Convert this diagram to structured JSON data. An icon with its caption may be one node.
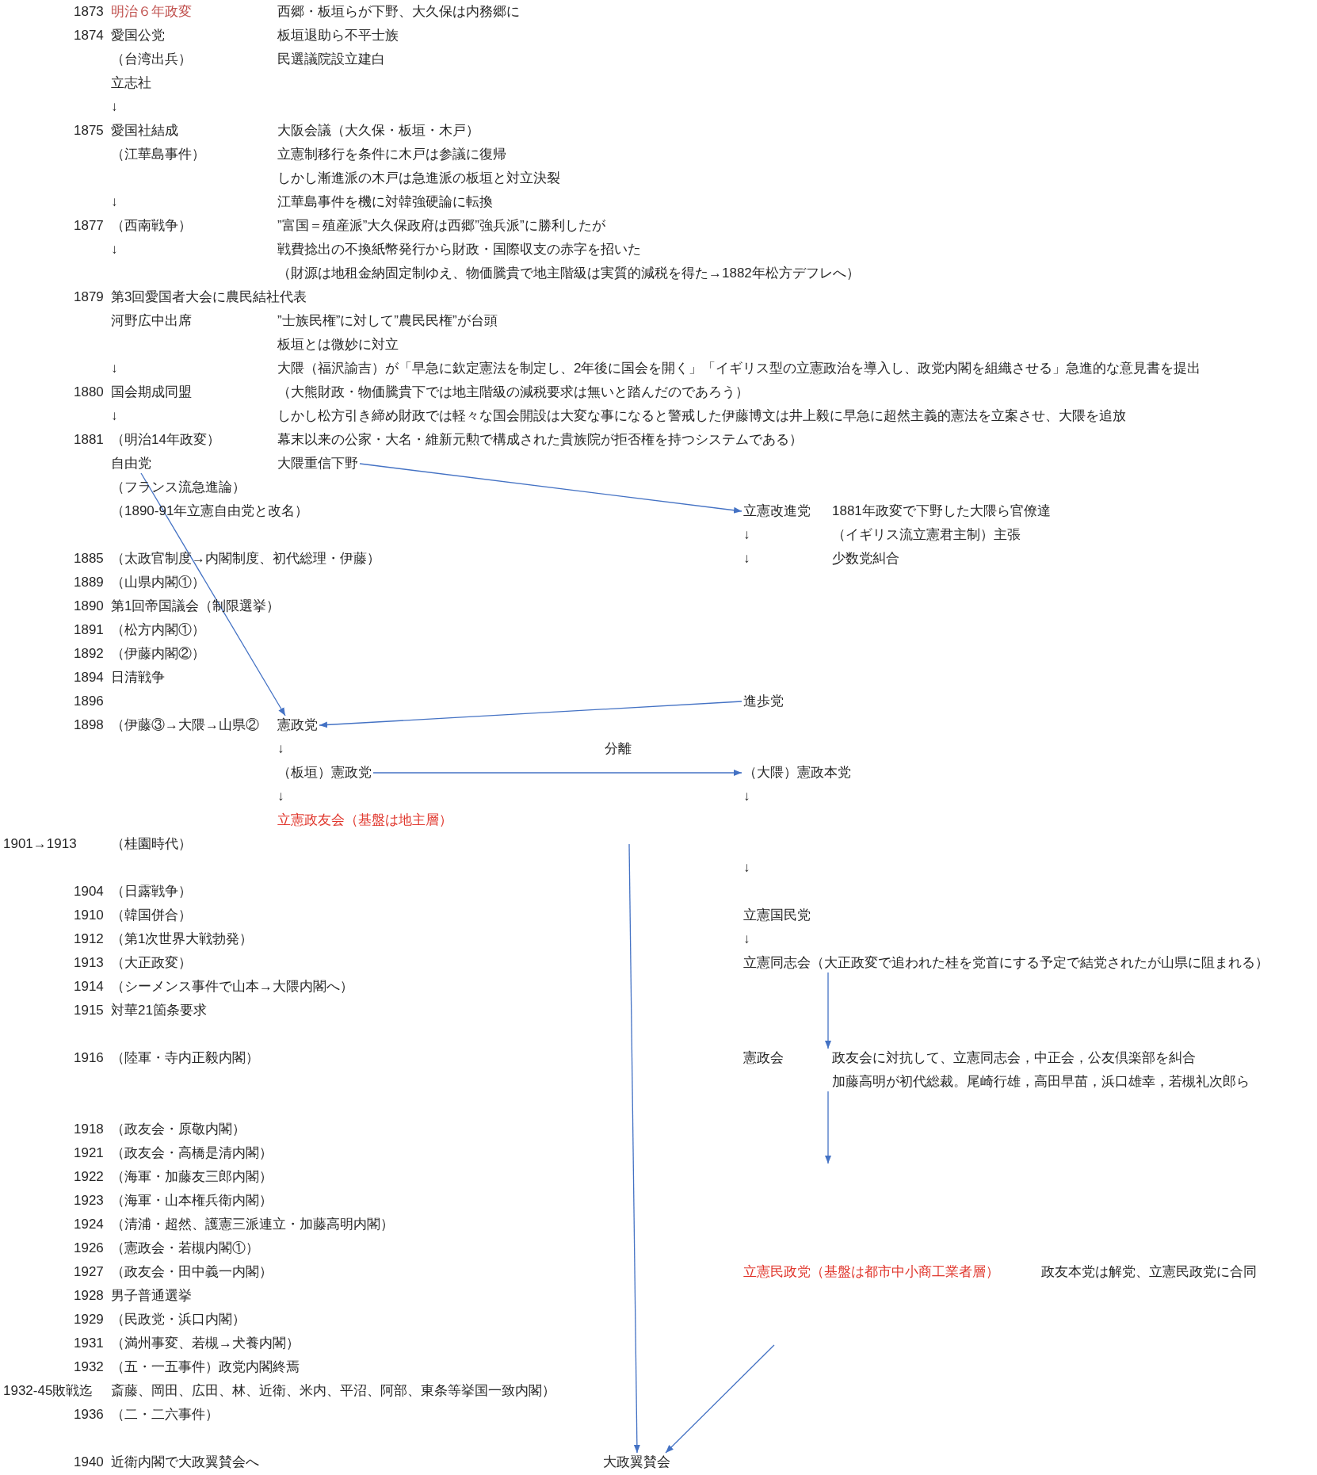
{
  "diagram": {
    "nodes": [
      {
        "text": [
          "自由党"
        ]
      },
      {
        "text": [
          "大隈重信下野"
        ]
      },
      {
        "text": [
          "立憲改進党"
        ]
      },
      {
        "text": [
          "進歩党"
        ]
      },
      {
        "text": [
          "憲政党"
        ]
      },
      {
        "text": [
          "（板垣）憲政党"
        ]
      },
      {
        "text": [
          "（大隈）憲政本党"
        ]
      },
      {
        "text": [
          "立憲同志会（大正政変で追われた桂を党首にする予定で結党されたが山県に阻まれる）"
        ]
      },
      {
        "text": [
          "憲政会"
        ],
        "beside": [
          "政友会に対抗して、立憲同志会，中正会，公友倶楽部を糾合",
          "加藤高明が初代総裁。尾崎行雄，高田早苗，浜口雄幸，若槻礼次郎ら"
        ]
      },
      {
        "text": [
          "大政翼賛会"
        ]
      }
    ],
    "edges": [
      {
        "from": 1,
        "to": 2,
        "arrow": "to"
      },
      {
        "from": 0,
        "to": 4,
        "arrow": "to"
      },
      {
        "from": 3,
        "to": 4,
        "arrow": "to"
      },
      {
        "from": 5,
        "to": 6,
        "arrow": "to",
        "label": "分離"
      },
      {
        "from": null,
        "to": 9,
        "arrow": "to"
      },
      {
        "from": 7,
        "to": 8,
        "arrow": "to"
      },
      {
        "from": 8,
        "to": null,
        "arrow": "to"
      },
      {
        "from": null,
        "to": 9,
        "arrow": "to"
      }
    ],
    "labels": [
      "1873",
      "明治６年政変",
      "西郷・板垣らが下野、大久保は内務郷に",
      "1874",
      "愛国公党",
      "板垣退助ら不平士族",
      "（台湾出兵）",
      "民選議院設立建白",
      "立志社",
      "↓",
      "1875",
      "愛国社結成",
      "大阪会議（大久保・板垣・木戸）",
      "（江華島事件）",
      "立憲制移行を条件に木戸は参議に復帰",
      "しかし漸進派の木戸は急進派の板垣と対立決裂",
      "↓",
      "江華島事件を機に対韓強硬論に転換",
      "1877",
      "（西南戦争）",
      "”富国＝殖産派”大久保政府は西郷”強兵派”に勝利したが",
      "↓",
      "戦費捻出の不換紙幣発行から財政・国際収支の赤字を招いた",
      "（財源は地租金納固定制ゆえ、物価騰貴で地主階級は実質的減税を得た→1882年松方デフレへ）",
      "1879",
      "第3回愛国者大会に農民結社代表",
      "河野広中出席",
      "”士族民権”に対して”農民民権”が台頭",
      "板垣とは微妙に対立",
      "↓",
      "大隈（福沢諭吉）が「早急に欽定憲法を制定し、2年後に国会を開く」「イギリス型の立憲政治を導入し、政党内閣を組織させる」急進的な意見書を提出",
      "1880",
      "国会期成同盟",
      "（大熊財政・物価騰貴下では地主階級の減税要求は無いと踏んだのであろう）",
      "↓",
      "しかし松方引き締め財政では軽々な国会開設は大変な事になると警戒した伊藤博文は井上毅に早急に超然主義的憲法を立案させ、大隈を追放",
      "1881",
      "（明治14年政変）",
      "幕末以来の公家・大名・維新元勲で構成された貴族院が拒否権を持つシステムである）",
      "（フランス流急進論）",
      "（1890-91年立憲自由党と改名）",
      "1881年政変で下野した大隈ら官僚達",
      "↓",
      "（イギリス流立憲君主制）主張",
      "1885",
      "（太政官制度→内閣制度、初代総理・伊藤）",
      "↓",
      "少数党糾合",
      "1889",
      "（山県内閣①）",
      "1890",
      "第1回帝国議会（制限選挙）",
      "1891",
      "（松方内閣①）",
      "1892",
      "（伊藤内閣②）",
      "1894",
      "日清戦争",
      "1896",
      "1898",
      "（伊藤③→大隈→山県②",
      "↓",
      "↓",
      "↓",
      "立憲政友会（基盤は地主層）",
      "1901→1913",
      "（桂園時代）",
      "↓",
      "1904",
      "（日露戦争）",
      "1910",
      "（韓国併合）",
      "立憲国民党",
      "1912",
      "（第1次世界大戦勃発）",
      "↓",
      "1913",
      "（大正政変）",
      "1914",
      "（シーメンス事件で山本→大隈内閣へ）",
      "1915",
      "対華21箇条要求",
      "1916",
      "（陸軍・寺内正毅内閣）",
      "1918",
      "（政友会・原敬内閣）",
      "1921",
      "（政友会・高橋是清内閣）",
      "1922",
      "（海軍・加藤友三郎内閣）",
      "1923",
      "（海軍・山本権兵衛内閣）",
      "1924",
      "（清浦・超然、護憲三派連立・加藤高明内閣）",
      "1926",
      "（憲政会・若槻内閣①）",
      "1927",
      "（政友会・田中義一内閣）",
      "立憲民政党（基盤は都市中小商工業者層）",
      "政友本党は解党、立憲民政党に合同",
      "1928",
      "男子普通選挙",
      "1929",
      "（民政党・浜口内閣）",
      "1931",
      "（満州事変、若槻→犬養内閣）",
      "1932",
      "（五・一五事件）政党内閣終焉",
      "1932-45敗戦迄",
      "斎藤、岡田、広田、林、近衛、米内、平沼、阿部、東条等挙国一致内閣）",
      "1936",
      "（二・二六事件）",
      "1940",
      "近衛内閣で大政翼賛会へ"
    ]
  }
}
